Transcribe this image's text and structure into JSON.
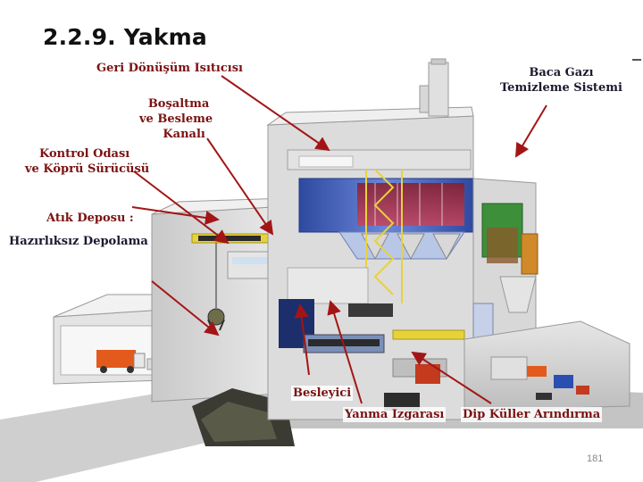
{
  "slide": {
    "title": "2.2.9. Yakma",
    "page_number": "181"
  },
  "labels": {
    "recycling_heater": "Geri Dönüşüm Isıtıcısı",
    "discharge_feed_line1": "Boşaltma",
    "discharge_feed_line2": "ve Besleme",
    "discharge_feed_line3": "Kanalı",
    "control_room_line1": "Kontrol Odası",
    "control_room_line2": "ve Köprü Sürücüsü",
    "flue_gas_line1": "Baca Gazı",
    "flue_gas_line2": "Temizleme Sistemi",
    "waste_depot_line1": "Atık Deposu :",
    "waste_depot_line2": "Hazırlıksız Depolama",
    "feeder": "Besleyici",
    "combustion_grate": "Yanma Izgarası",
    "bottom_ash": "Dip Küller Arındırma"
  },
  "colors": {
    "label_red": "#7a1212",
    "label_dark": "#1a1a2e",
    "arrow_red": "#a31515",
    "building_grey": "#d9d9d9",
    "boiler_blue": "#3d5db8",
    "frame_yellow": "#e8d23a",
    "filter_green": "#3d8f3a",
    "filter_orange": "#d08a2a"
  }
}
